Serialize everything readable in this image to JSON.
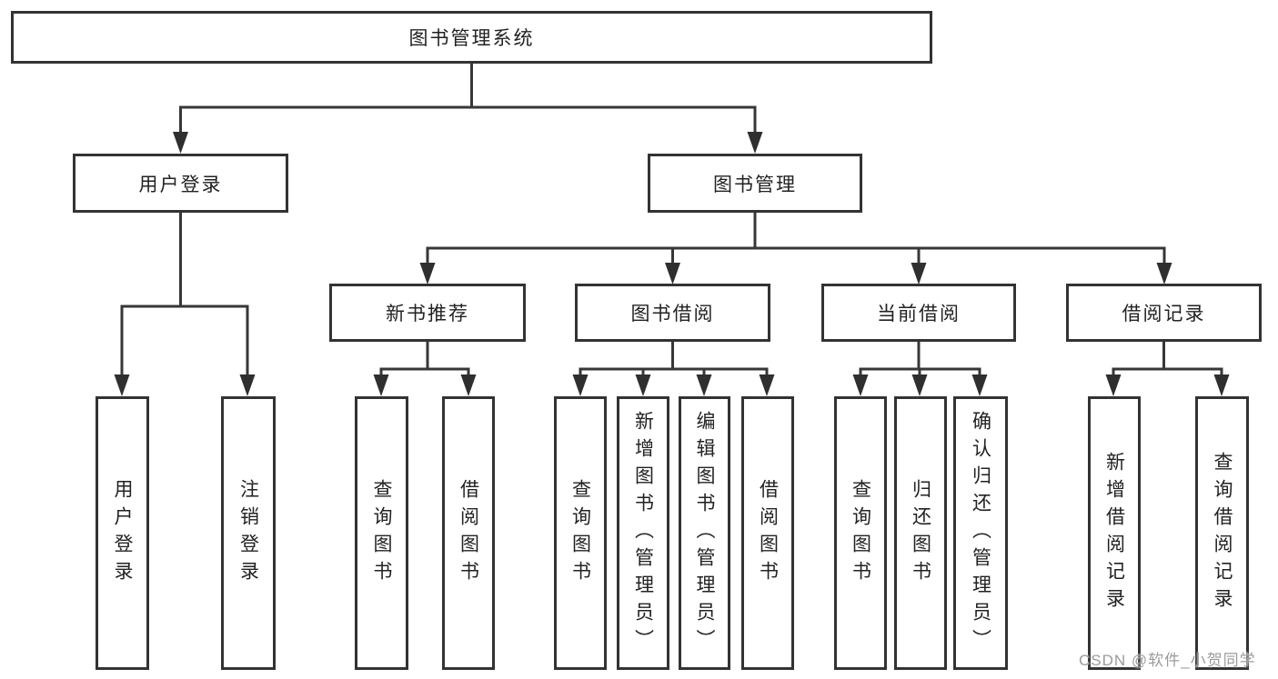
{
  "nodes": {
    "root": "图书管理系统",
    "user_login": "用户登录",
    "book_mgmt": "图书管理",
    "new_book_rec": "新书推荐",
    "book_borrow": "图书借阅",
    "current_borrow": "当前借阅",
    "borrow_records": "借阅记录",
    "user_login_children": [
      "用户登录",
      "注销登录"
    ],
    "new_book_rec_children": [
      "查询图书",
      "借阅图书"
    ],
    "book_borrow_children": [
      "查询图书",
      "新增图书（管理员）",
      "编辑图书（管理员）",
      "借阅图书"
    ],
    "current_borrow_children": [
      "查询图书",
      "归还图书",
      "确认归还（管理员）"
    ],
    "borrow_records_children": [
      "新增借阅记录",
      "查询借阅记录"
    ]
  },
  "watermark": {
    "text": "CSDN @软件_小贺同学"
  },
  "colors": {
    "line": "#373737",
    "box_border": "#333333",
    "text": "#222222",
    "watermark": "#9b9b9b",
    "background": "#ffffff"
  }
}
